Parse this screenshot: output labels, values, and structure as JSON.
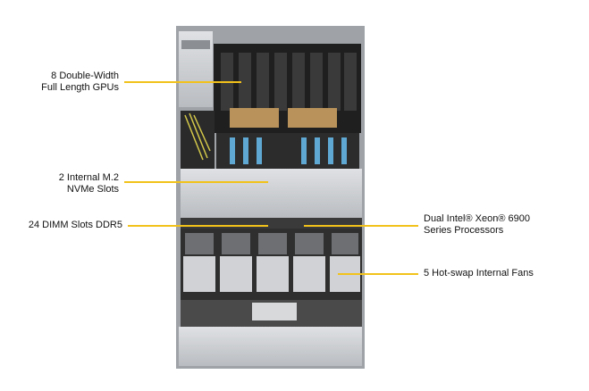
{
  "callouts": {
    "gpus": "8 Double-Width\nFull Length GPUs",
    "m2": "2 Internal M.2\nNVMe Slots",
    "dimm": "24 DIMM Slots DDR5",
    "cpu": "Dual Intel® Xeon® 6900\nSeries Processors",
    "fans": "5 Hot-swap Internal Fans"
  },
  "colors": {
    "leader": "#f2c21a",
    "chassis": "#c9ccd0",
    "board": "#2b2b2b"
  }
}
